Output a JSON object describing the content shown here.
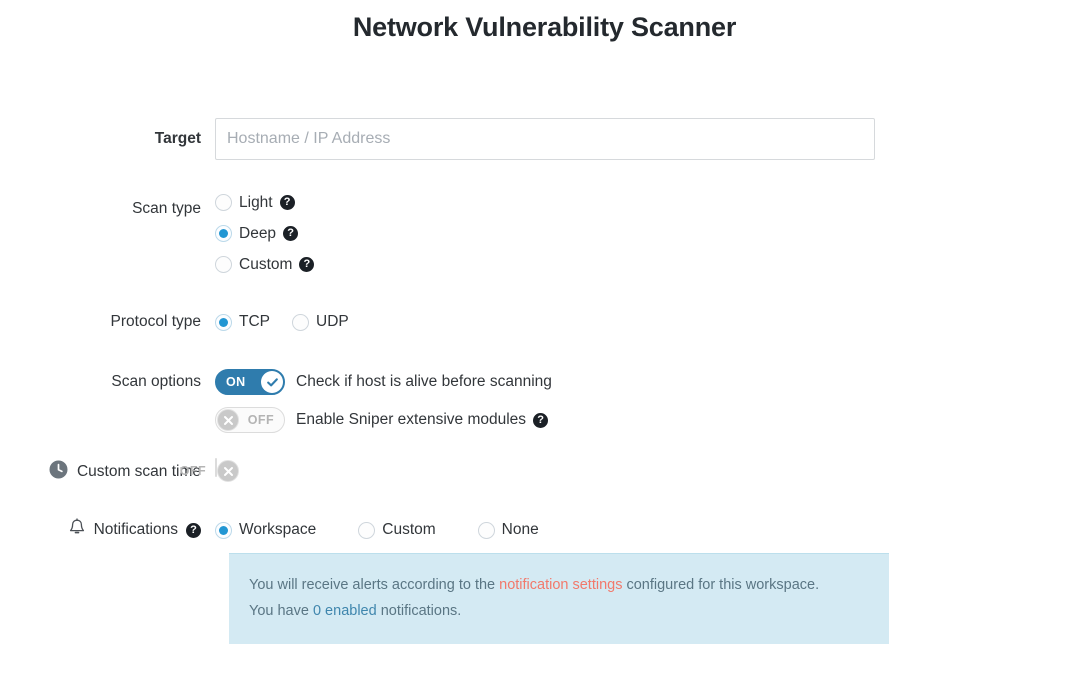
{
  "page": {
    "title": "Network Vulnerability Scanner"
  },
  "target": {
    "label": "Target",
    "placeholder": "Hostname / IP Address",
    "value": ""
  },
  "scan_type": {
    "label": "Scan type",
    "options": [
      {
        "label": "Light",
        "selected": false,
        "help": "?"
      },
      {
        "label": "Deep",
        "selected": true,
        "help": "?"
      },
      {
        "label": "Custom",
        "selected": false,
        "help": "?"
      }
    ]
  },
  "protocol_type": {
    "label": "Protocol type",
    "options": [
      {
        "label": "TCP",
        "selected": true
      },
      {
        "label": "UDP",
        "selected": false
      }
    ]
  },
  "scan_options": {
    "label": "Scan options",
    "toggles": [
      {
        "state": "ON",
        "label": "Check if host is alive before scanning",
        "help": null
      },
      {
        "state": "OFF",
        "label": "Enable Sniper extensive modules",
        "help": "?"
      }
    ]
  },
  "custom_scan_time": {
    "label": "Custom scan time",
    "icon": "clock-icon",
    "toggle_state": "OFF"
  },
  "notifications": {
    "label": "Notifications",
    "icon": "bell-icon",
    "help": "?",
    "options": [
      {
        "label": "Workspace",
        "selected": true
      },
      {
        "label": "Custom",
        "selected": false
      },
      {
        "label": "None",
        "selected": false
      }
    ],
    "info": {
      "line1_part1": "You will receive alerts according to the ",
      "line1_link": "notification settings",
      "line1_part2": " configured for this workspace.",
      "line2_part1": "You have ",
      "line2_link": "0 enabled",
      "line2_part2": " notifications."
    }
  },
  "colors": {
    "accent_blue": "#2196d3",
    "toggle_on_blue": "#2f7cad",
    "info_bg": "#d4eaf3",
    "link_salmon": "#f2796b",
    "link_blue": "#3f86ad",
    "help_dark": "#1b2026"
  }
}
